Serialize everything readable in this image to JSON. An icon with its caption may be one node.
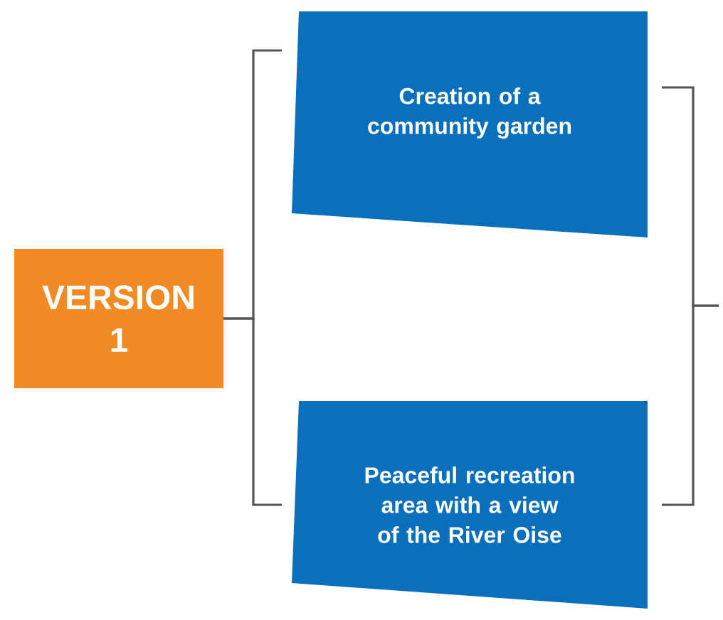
{
  "diagram": {
    "nodes": [
      {
        "text": [
          "VERSION 1"
        ]
      },
      {
        "text": [
          "Creation of a community garden"
        ]
      },
      {
        "text": [
          "Peaceful recreation area with a view of the River Oise"
        ]
      }
    ],
    "edges": [
      {
        "from": 0,
        "to": 1,
        "arrow": "none"
      },
      {
        "from": 0,
        "to": 2,
        "arrow": "none"
      },
      {
        "from": 1,
        "to": null,
        "arrow": "none"
      },
      {
        "from": 2,
        "to": null,
        "arrow": "none"
      }
    ]
  }
}
